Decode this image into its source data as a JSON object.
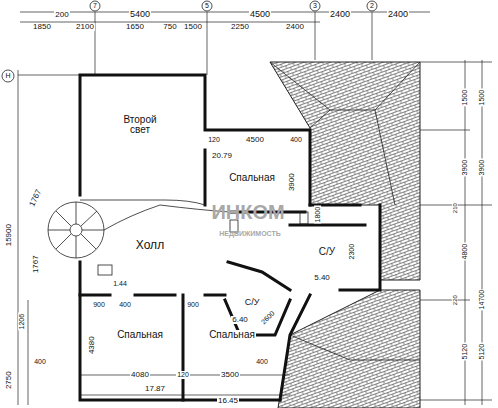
{
  "diagram": {
    "labels": [
      "7",
      "5",
      "3",
      "2",
      "200",
      "5400",
      "4500",
      "2400",
      "2400",
      "1850",
      "2100",
      "1650",
      "750",
      "1500",
      "2250",
      "2400",
      "Н",
      "Второй свет",
      "120",
      "4500",
      "400",
      "20.79",
      "Спальная",
      "3900",
      "1767",
      "1767",
      "15900",
      "Холл",
      "С/У",
      "1800",
      "2300",
      "5.40",
      "С/У",
      "6.40",
      "2600",
      "1.44",
      "900",
      "400",
      "900",
      "1206",
      "4380",
      "Спальная",
      "Спальная",
      "400",
      "2750",
      "4080",
      "120",
      "3500",
      "400",
      "17.87",
      "16.45",
      "1500",
      "1500",
      "3900",
      "3900",
      "4800",
      "14700",
      "5120",
      "5120",
      "210",
      "220",
      "ИНКОМ",
      "НЕДВИЖИМОСТЬ"
    ]
  }
}
